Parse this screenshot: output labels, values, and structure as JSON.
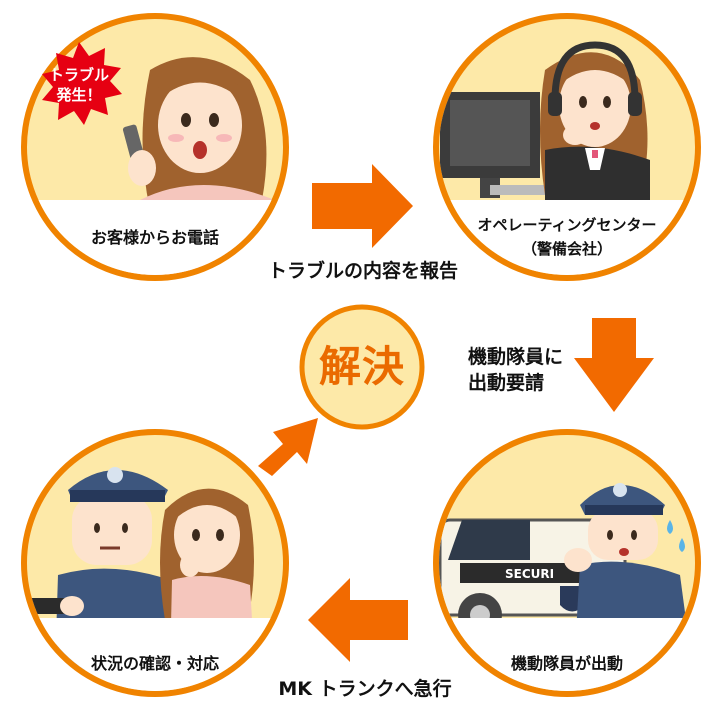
{
  "colors": {
    "ring": "#f08300",
    "fill": "#fde9a8",
    "arrow": "#f26a00",
    "solve_text": "#ea6a00"
  },
  "steps": {
    "customer": {
      "label": "お客様からお電話",
      "badge_line1": "トラブル",
      "badge_line2": "発生！"
    },
    "operator": {
      "label_line1": "オペレーティングセンター",
      "label_line2": "（警備会社）"
    },
    "guard": {
      "label": "機動隊員が出動",
      "van_text": "SECURI"
    },
    "check": {
      "label": "状況の確認・対応"
    }
  },
  "arrows": {
    "report": "トラブルの内容を報告",
    "dispatch_line1": "機動隊員に",
    "dispatch_line2": "出動要請",
    "rush": "MK トランクへ急行"
  },
  "center": {
    "text": "解決"
  },
  "icons": [
    "headset-icon",
    "phone-icon",
    "security-emblem-icon",
    "flashlight-icon",
    "burst-badge-icon"
  ]
}
